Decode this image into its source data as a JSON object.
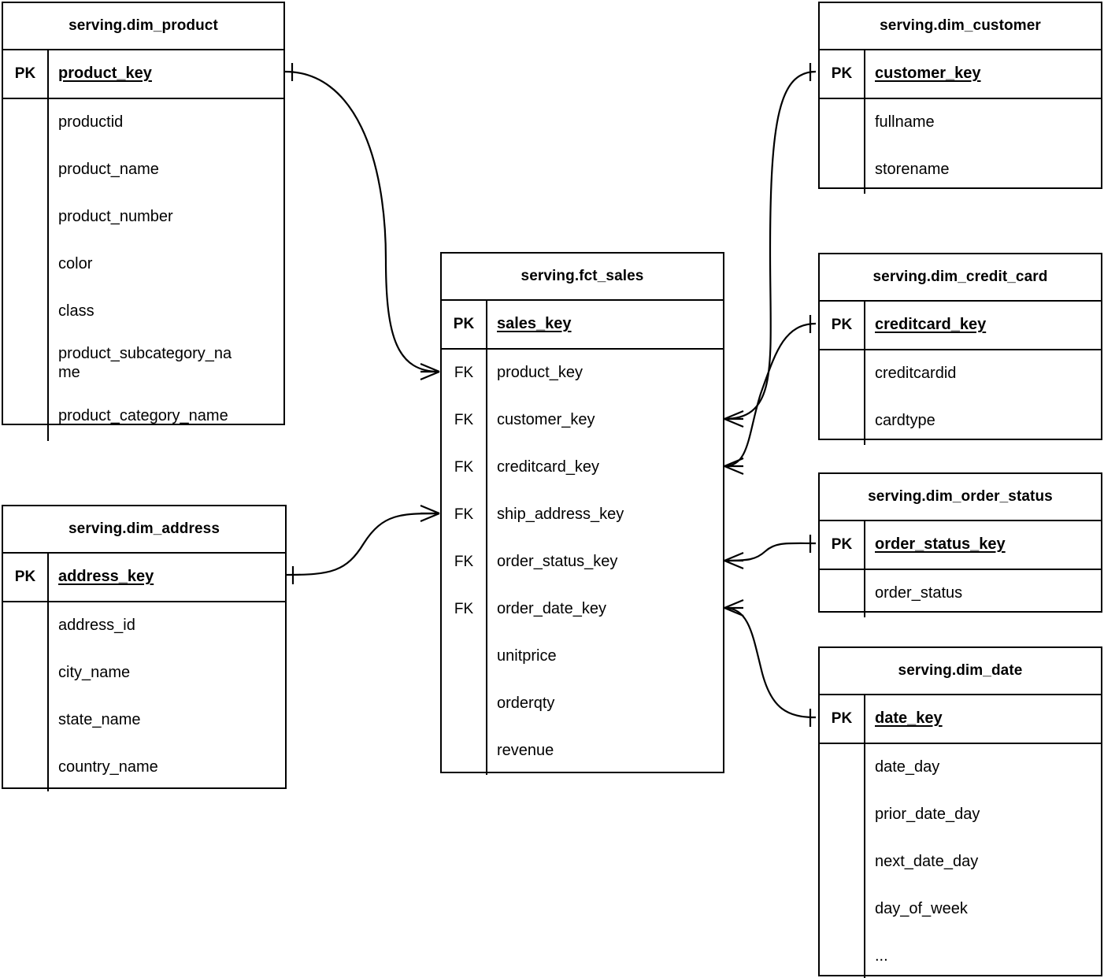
{
  "diagram": {
    "title": "Star schema entity relationship diagram",
    "notation": "crow-foot",
    "stroke_color": "#000000",
    "background_color": "#ffffff"
  },
  "labels": {
    "pk": "PK",
    "fk": "FK",
    "blank": ""
  },
  "entities": {
    "dim_product": {
      "title": "serving.dim_product",
      "pk_label": "PK",
      "pk_field": "product_key",
      "fields": [
        "productid",
        "product_name",
        "product_number",
        "color",
        "class",
        "product_subcategory_name",
        "product_category_name"
      ]
    },
    "dim_address": {
      "title": "serving.dim_address",
      "pk_label": "PK",
      "pk_field": "address_key",
      "fields": [
        "address_id",
        "city_name",
        "state_name",
        "country_name"
      ]
    },
    "fct_sales": {
      "title": "serving.fct_sales",
      "pk_label": "PK",
      "pk_field": "sales_key",
      "fk_label": "FK",
      "fk_fields": [
        "product_key",
        "customer_key",
        "creditcard_key",
        "ship_address_key",
        "order_status_key",
        "order_date_key"
      ],
      "measure_fields": [
        "unitprice",
        "orderqty",
        "revenue"
      ]
    },
    "dim_customer": {
      "title": "serving.dim_customer",
      "pk_label": "PK",
      "pk_field": "customer_key",
      "fields": [
        "fullname",
        "storename"
      ]
    },
    "dim_credit_card": {
      "title": "serving.dim_credit_card",
      "pk_label": "PK",
      "pk_field": "creditcard_key",
      "fields": [
        "creditcardid",
        "cardtype"
      ]
    },
    "dim_order_status": {
      "title": "serving.dim_order_status",
      "pk_label": "PK",
      "pk_field": "order_status_key",
      "fields": [
        "order_status"
      ]
    },
    "dim_date": {
      "title": "serving.dim_date",
      "pk_label": "PK",
      "pk_field": "date_key",
      "fields": [
        "date_day",
        "prior_date_day",
        "next_date_day",
        "day_of_week",
        "..."
      ]
    }
  },
  "relationships": [
    {
      "name": "product-to-sales",
      "from_entity": "dim_product",
      "from_field": "product_key",
      "from_cardinality": "one",
      "to_entity": "fct_sales",
      "to_field": "product_key",
      "to_cardinality": "many"
    },
    {
      "name": "address-to-sales",
      "from_entity": "dim_address",
      "from_field": "address_key",
      "from_cardinality": "one",
      "to_entity": "fct_sales",
      "to_field": "ship_address_key",
      "to_cardinality": "many"
    },
    {
      "name": "customer-to-sales",
      "from_entity": "dim_customer",
      "from_field": "customer_key",
      "from_cardinality": "one",
      "to_entity": "fct_sales",
      "to_field": "customer_key",
      "to_cardinality": "many"
    },
    {
      "name": "creditcard-to-sales",
      "from_entity": "dim_credit_card",
      "from_field": "creditcard_key",
      "from_cardinality": "one",
      "to_entity": "fct_sales",
      "to_field": "creditcard_key",
      "to_cardinality": "many"
    },
    {
      "name": "orderstatus-to-sales",
      "from_entity": "dim_order_status",
      "from_field": "order_status_key",
      "from_cardinality": "one",
      "to_entity": "fct_sales",
      "to_field": "order_status_key",
      "to_cardinality": "many"
    },
    {
      "name": "date-to-sales",
      "from_entity": "dim_date",
      "from_field": "date_key",
      "from_cardinality": "one",
      "to_entity": "fct_sales",
      "to_field": "order_date_key",
      "to_cardinality": "many"
    }
  ]
}
